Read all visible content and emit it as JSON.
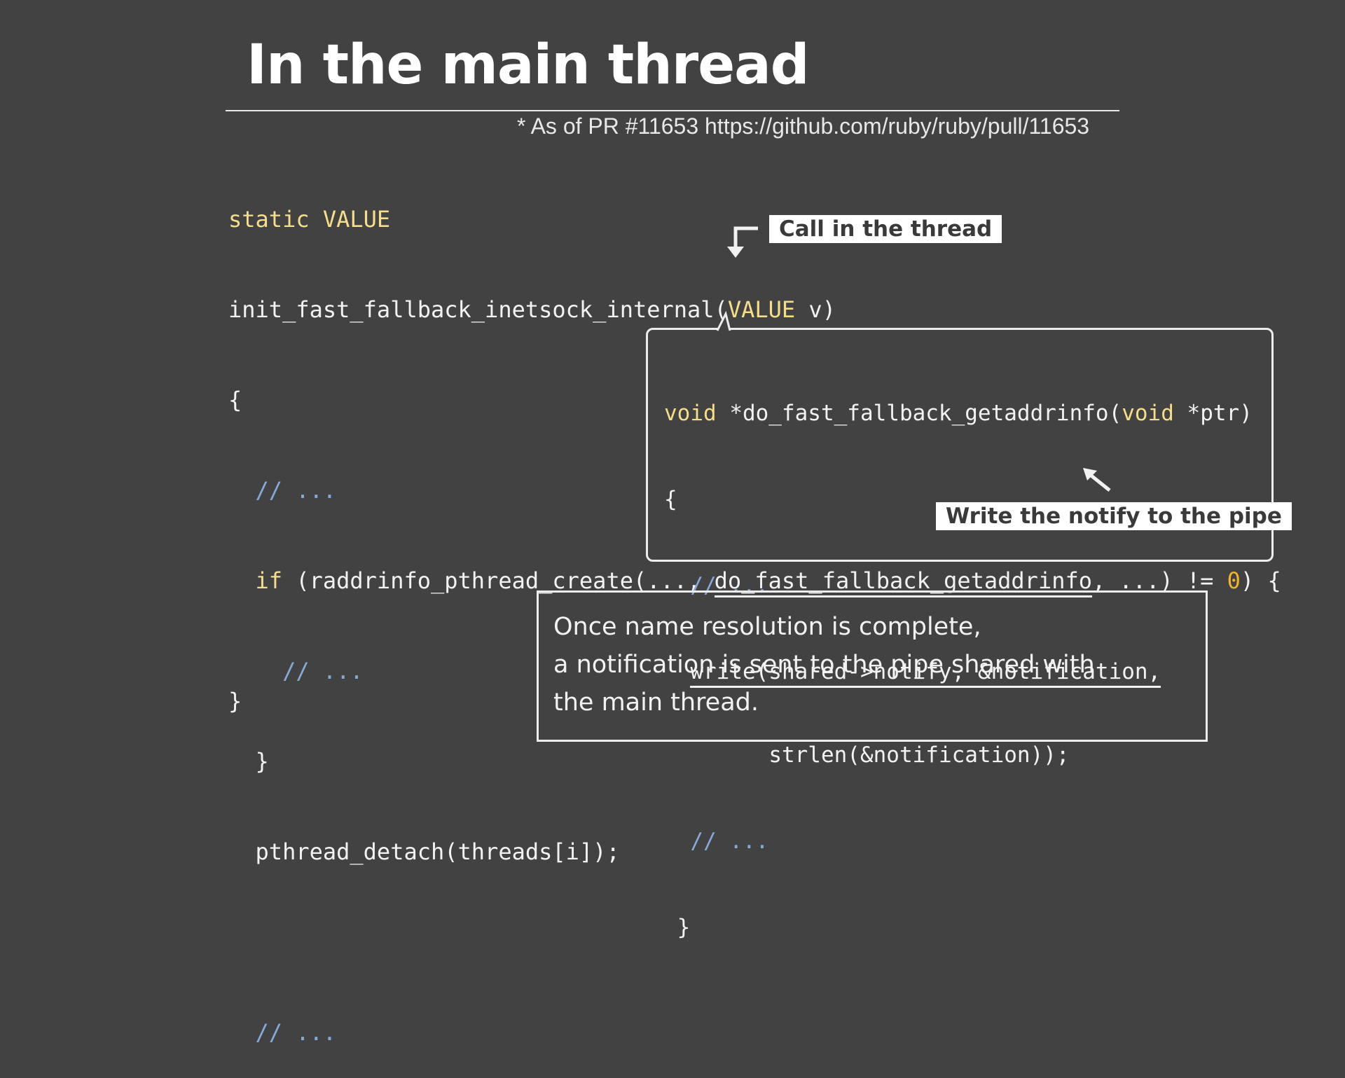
{
  "slide": {
    "title": "In the main thread",
    "note": "* As of PR #11653 https://github.com/ruby/ruby/pull/11653"
  },
  "main_code": {
    "l1_kw1": "static",
    "l1_kw2": "VALUE",
    "l2_fn": "init_fast_fallback_inetsock_internal(",
    "l2_kw": "VALUE",
    "l2_rest": " v)",
    "l3": "{",
    "l4_comment": "// ...",
    "l5_kw": "if",
    "l5_a": " (raddrinfo_pthread_create(..., ",
    "l5_fn": "do_fast_fallback_getaddrinfo",
    "l5_b": ", ...) != ",
    "l5_num": "0",
    "l5_c": ") {",
    "l6_comment": "// ...",
    "l7": "}",
    "l8": "pthread_detach(threads[i]);",
    "l9_comment": "// ...",
    "l_end": "}"
  },
  "callout_code": {
    "l1_kw1": "void",
    "l1_a": " *do_fast_fallback_getaddrinfo(",
    "l1_kw2": "void",
    "l1_b": " *ptr)",
    "l2": "{",
    "l3_comment": "// ...",
    "l4": "write(shared->notify, &notification,",
    "l5": "strlen(&notification));",
    "l6_comment": "// ...",
    "l7": "}"
  },
  "labels": {
    "call_in_thread": "Call in the thread",
    "write_notify": "Write the notify to the pipe"
  },
  "info": {
    "line1": "Once name resolution is complete,",
    "line2": "a notification is sent to the pipe shared with",
    "line3": "the main thread."
  },
  "colors": {
    "background": "#424242",
    "keyword": "#f5dd8a",
    "number": "#f0b429",
    "comment": "#87a9d8"
  }
}
